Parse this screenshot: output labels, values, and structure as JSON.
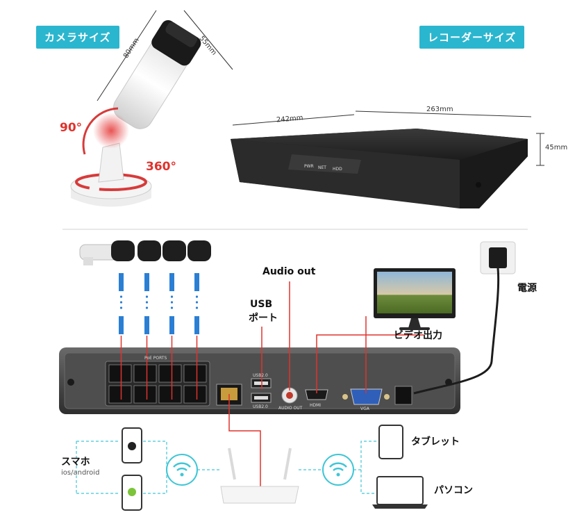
{
  "camera_size": {
    "tag": "カメラサイズ",
    "length": "80mm",
    "diameter": "55mm",
    "tilt": "90°",
    "pan": "360°"
  },
  "recorder_size": {
    "tag": "レコーダーサイズ",
    "depth": "242mm",
    "width": "263mm",
    "height": "45mm",
    "front_leds": [
      "PWR",
      "NET",
      "HDD"
    ]
  },
  "connections": {
    "audio_out": "Audio out",
    "usb_line1": "USB",
    "usb_line2": "ポート",
    "video_out": "ビデオ出力",
    "power": "電源",
    "smartphone": "スマホ",
    "smartphone_os": "ios/android",
    "tablet": "タブレット",
    "pc": "パソコン"
  },
  "back_panel": {
    "poe_ports": "PoE PORTS",
    "usb_top": "USB2.0",
    "usb_bottom": "USB2.0",
    "audio_out": "AUDIO OUT",
    "hdmi": "HDMI",
    "vga": "VGA"
  },
  "colors": {
    "accent": "#2bb6cf",
    "line_red": "#e0322c",
    "line_blue": "#2a7fd4",
    "wifi": "#3fc6d6"
  }
}
